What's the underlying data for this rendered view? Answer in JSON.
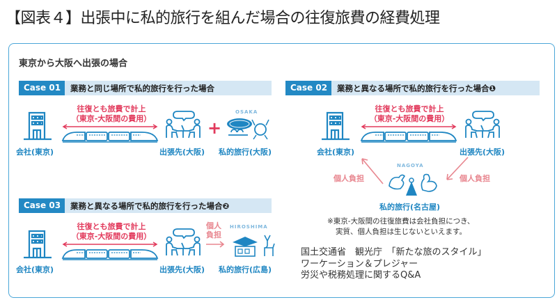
{
  "title": "【図表４】出張中に私的旅行を組んだ場合の往復旅費の経費処理",
  "subtitle": "東京から大阪へ出張の場合",
  "fare_label_1": "往復とも旅費で計上",
  "fare_label_2": "（東京-大阪間の費用）",
  "company": "会社(東京)",
  "business_dest": "出張先(大阪)",
  "personal_burden": "個人負担",
  "personal_burden_l1": "個人",
  "personal_burden_l2": "負担",
  "plus": "+",
  "case01": {
    "label": "Case 01",
    "title": "業務と同じ場所で私的旅行を行った場合",
    "trip": "私的旅行(大阪)",
    "city": "OSAKA"
  },
  "case02": {
    "label": "Case 02",
    "title": "業務と異なる場所で私的旅行を行った場合❶",
    "trip": "私的旅行(名古屋)",
    "city": "NAGOYA",
    "note_1": "※東京-大阪間の往復旅費は会社負担につき、",
    "note_2": "実質、個人負担は生じないといえます。"
  },
  "case03": {
    "label": "Case 03",
    "title": "業務と異なる場所で私的旅行を行った場合❷",
    "trip": "私的旅行(広島)",
    "city": "HIROSHIMA"
  },
  "source": [
    "国土交通省　観光庁　「新たな旅のスタイル」",
    "ワーケーション＆プレジャー",
    "労災や税務処理に関するQ&A"
  ],
  "colors": {
    "blue": "#1f86c2",
    "red": "#e23a5c",
    "pink": "#e8868f",
    "bar": "#d5e7f4"
  }
}
